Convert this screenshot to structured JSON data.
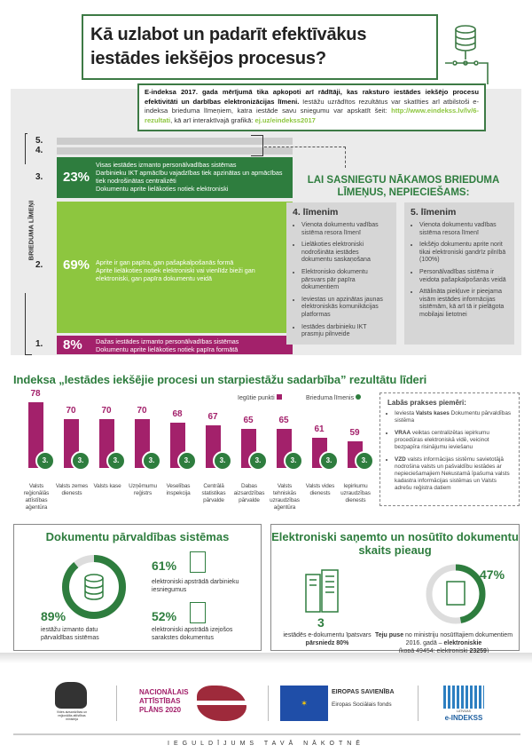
{
  "title": "Kā uzlabot un padarīt efektīvākus iestādes iekšējos procesus?",
  "intro": {
    "bold": "E-indeksa 2017. gada mērījumā tika apkopoti arī rādītāji, kas raksturo iestādes iekšējo procesu efektivitāti un darbības elektronizācijas līmeni.",
    "text": " Iestāžu uzrādītos rezultātus var skatīties arī atbilstoši e-indeksa brieduma līmeņiem, katra iestāde savu sniegumu var apskatīt šeit: ",
    "link1": "http://www.eindekss.lv/lv/6-rezultati",
    "mid": ", kā arī interaktīvajā grafikā: ",
    "link2": "ej.uz/eindekss2017"
  },
  "levels": {
    "axis_label": "BRIEDUMA LĪMEŅI",
    "l5": "5.",
    "l4": "4.",
    "l3": {
      "num": "3.",
      "pct": "23%",
      "items": [
        "Visas iestādes izmanto personālvadības sistēmas",
        "Darbinieku IKT apmācību vajadzības tiek apzinātas un apmācības tiek nodrošinātas centralizēti",
        "Dokumentu aprite lielākoties notiek elektroniski"
      ]
    },
    "l2": {
      "num": "2.",
      "pct": "69%",
      "items": [
        "Aprite ir gan papīra, gan pašapkalpošanās formā",
        "Aprite lielākoties notiek elektroniski vai vienlīdz bieži gan elektroniski, gan papīra dokumentu veidā"
      ]
    },
    "l1": {
      "num": "1.",
      "pct": "8%",
      "items": [
        "Dažas iestādes izmanto personālvadības sistēmas",
        "Dokumentu aprite lielākoties notiek papīra formātā"
      ]
    }
  },
  "requirements": {
    "heading": "LAI SASNIEGTU NĀKAMOS BRIEDUMA LĪMEŅUS, NEPIECIEŠAMS:",
    "l4": {
      "title": "4. līmenim",
      "items": [
        "Vienota dokumentu vadības sistēma resora līmenī",
        "Lielākoties elektroniski nodrošināta iestādes dokumentu saskaņošana",
        "Elektronisko dokumentu pārsvars pār papīra dokumentiem",
        "Ieviestas un apzinātas jaunas elektroniskās komunikācijas platformas",
        "Iestādes darbinieku IKT prasmju pilnveide"
      ]
    },
    "l5": {
      "title": "5. līmenim",
      "items": [
        "Vienota dokumentu vadības sistēma resora līmenī",
        "Iekšējo dokumentu aprite norit tikai elektroniski gandrīz pilnībā (100%)",
        "Personālvadības sistēma ir veidota pašapkalpošanās veidā",
        "Attālināta piekļuve ir pieejama visām iestādes informācijas sistēmām, kā arī tā ir pielāgota mobilajai lietotnei"
      ]
    }
  },
  "chart_data": {
    "type": "bar",
    "title": "Indeksa „Iestādes iekšējie procesi un starpiestāžu sadarbība” rezultātu līderi",
    "legend": [
      "Iegūtie punkti",
      "Brieduma līmenis"
    ],
    "categories": [
      "Valsts reģionālās attīstības aģentūra",
      "Valsts zemes dienests",
      "Valsts kase",
      "Uzņēmumu reģistrs",
      "Veselības inspekcija",
      "Centrālā statistikas pārvalde",
      "Dabas aizsardzības pārvalde",
      "Valsts tehniskās uzraudzības aģentūra",
      "Valsts vides dienests",
      "Iepirkumu uzraudzības dienests"
    ],
    "values": [
      78,
      70,
      70,
      70,
      68,
      67,
      65,
      65,
      61,
      59
    ],
    "levels": [
      "3.",
      "3.",
      "3.",
      "3.",
      "3.",
      "3.",
      "3.",
      "3.",
      "3.",
      "3."
    ],
    "colors": {
      "bar": "#a3216b",
      "level": "#2e7d3e"
    }
  },
  "best_practices": {
    "title": "Labās prakses piemēri:",
    "items": [
      {
        "pre": "Ieviesta ",
        "bold": "Valsts kases",
        "post": " Dokumentu pārvaldības sistēma"
      },
      {
        "pre": "",
        "bold": "VRAA",
        "post": " veiktas centralizētas iepirkumu procedūras elektroniskā vidē, veicinot bezpapīra risinājumu ieviešanu"
      },
      {
        "pre": "",
        "bold": "VZD",
        "post": " valsts informācijas sistēmu savietotājā nodrošina valsts un pašvaldību iestādes ar nepieciešamajiem Nekustamā īpašuma valsts kadastra informācijas sistēmas un Valsts adrešu reģistra datiem"
      }
    ]
  },
  "dms": {
    "title": "Dokumentu pārvaldības sistēmas",
    "p89": "89%",
    "t89": "iestāžu izmanto datu pārvaldības sistēmas",
    "p61": "61%",
    "t61": "elektroniski apstrādā darbinieku iesniegumus",
    "p52": "52%",
    "t52": "elektroniski apstrādā izejošos sarakstes dokumentus",
    "ring_fraction": 0.89
  },
  "edocs": {
    "title": "Elektroniski saņemto un nosūtīto dokumentu skaits pieaug",
    "n3": "3",
    "t3a": "iestādēs e-dokumentu īpatsvars ",
    "t3b": "pārsniedz 80%",
    "p47": "47%",
    "t47a": "Teju puse",
    "t47b": " no ministriju nosūtītajiem dokumentiem 2016. gadā – ",
    "t47c": "elektroniskie",
    "t47d": "(kopā 49454; elektroniski ",
    "t47e": "23259",
    "t47f": ")",
    "ring_fraction": 0.47
  },
  "footer": {
    "nap": "NACIONĀLAIS ATTĪSTĪBAS PLĀNS 2020",
    "eu1": "EIROPAS SAVIENĪBA",
    "eu2": "Eiropas Sociālais fonds",
    "ei_small": "LATVIJAS",
    "ei": "e-INDEKSS",
    "ministry": "Vides aizsardzības un reģionālās attīstības ministrija",
    "tagline": "IEGULDĪJUMS TAVĀ NĀKOTNĒ"
  }
}
